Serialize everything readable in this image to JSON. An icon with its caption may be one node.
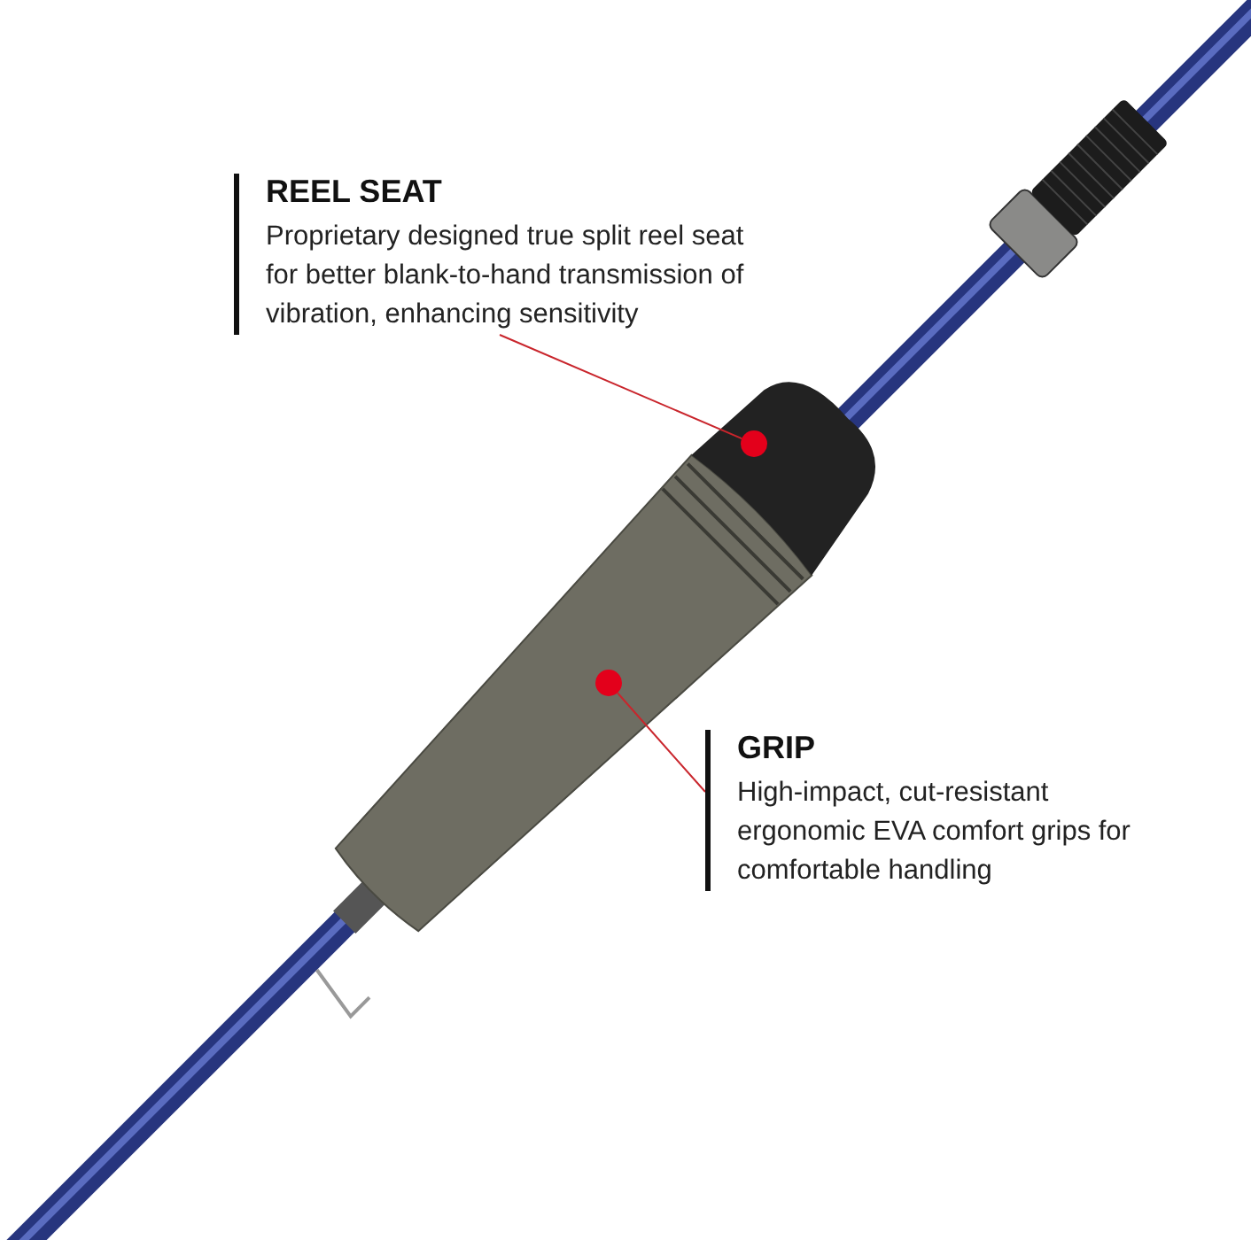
{
  "diagram": {
    "nodes": [
      {
        "text": [
          "REEL SEAT",
          "Proprietary designed true split reel seat for better blank-to-hand transmission of vibration, enhancing sensitivity"
        ]
      },
      {
        "text": [],
        "shape": "circle"
      },
      {
        "text": [
          "GRIP",
          "High-impact, cut-resistant ergonomic EVA comfort grips for comfortable handling"
        ]
      },
      {
        "text": [],
        "shape": "circle"
      }
    ],
    "edges": [
      {
        "from": 0,
        "to": 1,
        "arrow": "none"
      },
      {
        "from": 2,
        "to": 3,
        "arrow": "none"
      }
    ]
  }
}
